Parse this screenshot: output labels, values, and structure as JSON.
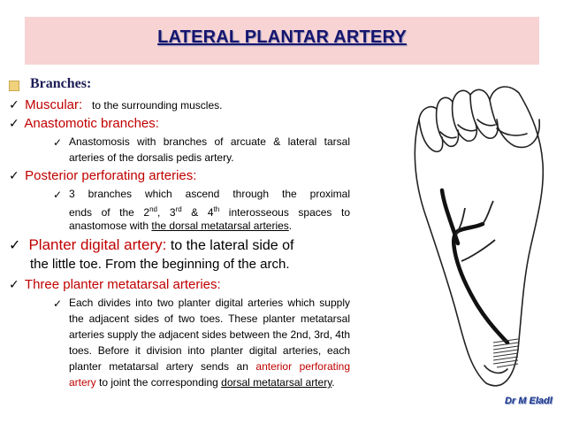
{
  "title": "LATERAL PLANTAR ARTERY",
  "branches_heading": "Branches:",
  "items": {
    "muscular": {
      "label": "Muscular:",
      "text": "to the surrounding muscles."
    },
    "anastomotic": {
      "label": "Anastomotic branches:",
      "sub": "Anastomosis with branches of arcuate & lateral tarsal arteries of the dorsalis pedis artery."
    },
    "posterior": {
      "label": "Posterior perforating arteries:",
      "sub_a": "3 branches which ascend through the proximal",
      "sub_b1": "ends of the 2",
      "sup1": "nd",
      "sub_b2": ", 3",
      "sup2": "rd",
      "sub_b3": " & 4",
      "sup3": "th",
      "sub_b4": " interosseous spaces to",
      "sub_c1": "anastomose with ",
      "sub_c2": "the dorsal metatarsal arteries",
      "sub_c3": "."
    },
    "planter_digital": {
      "label": "Planter digital artery:",
      "text1": "to the lateral side of",
      "text2": "the little toe. From the beginning of the arch."
    },
    "three": {
      "label": "Three planter metatarsal arteries:",
      "sub1": "Each divides into two planter digital arteries which supply the adjacent sides of two toes. These planter metatarsal arteries supply the adjacent sides between the 2nd, 3rd, 4th toes. Before it division into planter digital arteries, each planter metatarsal artery sends an",
      "sub_red": "anterior perforating artery",
      "sub2": "to joint the corresponding",
      "sub_u": "dorsal metatarsal artery",
      "sub_end": "."
    }
  },
  "credit": "Dr M Eladl",
  "check_glyph": "✓"
}
